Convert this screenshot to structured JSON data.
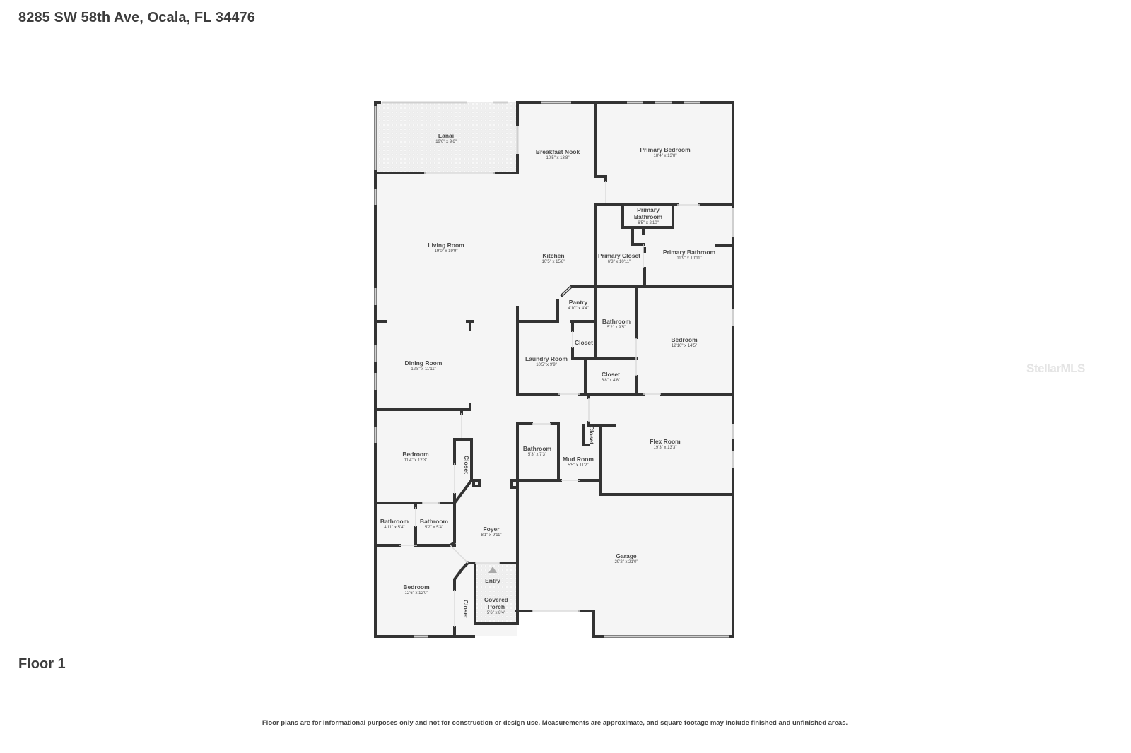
{
  "header": {
    "address": "8285 SW 58th Ave, Ocala, FL 34476"
  },
  "floor": {
    "label": "Floor 1"
  },
  "footer": {
    "disclaimer": "Floor plans are for informational purposes only and not for construction or design use. Measurements are approximate, and square footage may include finished and unfinished areas."
  },
  "watermark": {
    "text": "StellarMLS"
  },
  "colors": {
    "wall": "#333333",
    "floor": "#f5f5f5",
    "patio": "#ebebeb",
    "window": "#d9d9d9",
    "text": "#4a4a4a"
  },
  "rooms": [
    {
      "name": "Lanai",
      "dims": "19'0\" x 9'6\""
    },
    {
      "name": "Breakfast Nook",
      "dims": "10'5\" x 13'8\""
    },
    {
      "name": "Primary Bedroom",
      "dims": "18'4\" x 13'8\""
    },
    {
      "name": "Primary Bathroom",
      "dims": "6'5\" x 2'10\""
    },
    {
      "name": "Primary Closet",
      "dims": "6'3\" x 10'11\""
    },
    {
      "name": "Primary Bathroom",
      "dims": "11'9\" x 10'11\""
    },
    {
      "name": "Living Room",
      "dims": "19'0\" x 19'9\""
    },
    {
      "name": "Kitchen",
      "dims": "10'5\" x 15'8\""
    },
    {
      "name": "Pantry",
      "dims": "4'10\" x 4'4\""
    },
    {
      "name": "Bathroom",
      "dims": "5'2\" x 9'5\""
    },
    {
      "name": "Bedroom",
      "dims": "12'10\" x 14'5\""
    },
    {
      "name": "Closet",
      "dims": ""
    },
    {
      "name": "Laundry Room",
      "dims": "10'5\" x 9'9\""
    },
    {
      "name": "Closet",
      "dims": "6'8\" x 4'8\""
    },
    {
      "name": "Dining Room",
      "dims": "12'8\" x 11'11\""
    },
    {
      "name": "Bedroom",
      "dims": "11'4\" x 12'3\""
    },
    {
      "name": "Closet",
      "dims": ""
    },
    {
      "name": "Bathroom",
      "dims": "5'3\" x 7'3\""
    },
    {
      "name": "Closet",
      "dims": ""
    },
    {
      "name": "Mud Room",
      "dims": "5'5\" x 11'2\""
    },
    {
      "name": "Flex Room",
      "dims": "19'3\" x 13'3\""
    },
    {
      "name": "Bathroom",
      "dims": "4'11\" x 5'4\""
    },
    {
      "name": "Bathroom",
      "dims": "5'2\" x 5'4\""
    },
    {
      "name": "Foyer",
      "dims": "8'1\" x 9'11\""
    },
    {
      "name": "Garage",
      "dims": "29'2\" x 21'0\""
    },
    {
      "name": "Bedroom",
      "dims": "12'6\" x 12'0\""
    },
    {
      "name": "Closet",
      "dims": ""
    },
    {
      "name": "Entry",
      "dims": ""
    },
    {
      "name": "Covered Porch",
      "dims": "5'6\" x 8'4\""
    }
  ]
}
